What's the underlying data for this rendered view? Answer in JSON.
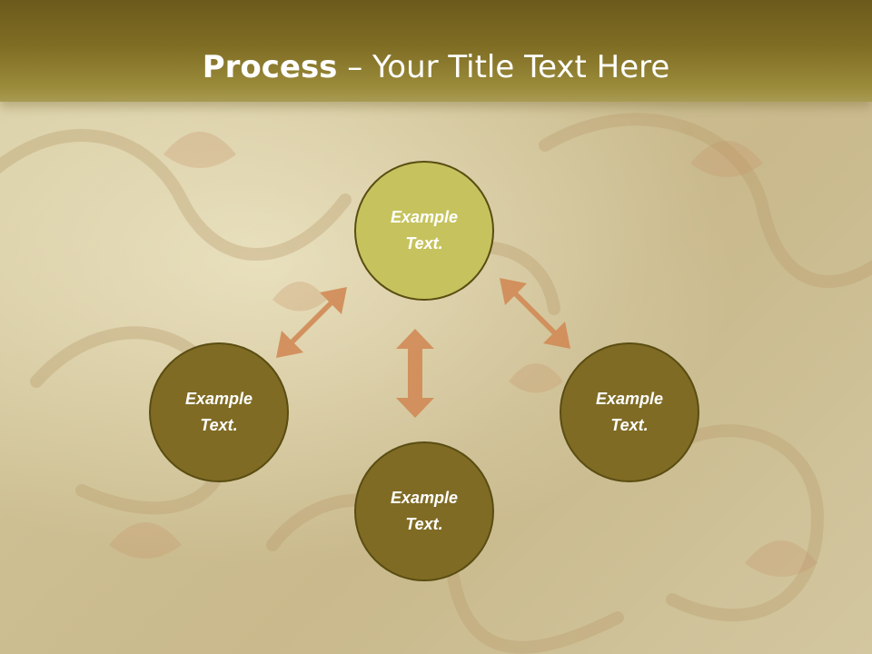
{
  "title": {
    "bold": "Process",
    "rest": " – Your Title Text Here"
  },
  "nodes": [
    {
      "id": "top",
      "label": "Example Text."
    },
    {
      "id": "left",
      "label": "Example Text."
    },
    {
      "id": "right",
      "label": "Example Text."
    },
    {
      "id": "bottom",
      "label": "Example Text."
    }
  ],
  "colors": {
    "title_bar": "#7f6d24",
    "node_highlight": "#c6c35e",
    "node_default": "#7f6b24",
    "node_border": "#5a4d12",
    "arrow": "#d08a55"
  }
}
